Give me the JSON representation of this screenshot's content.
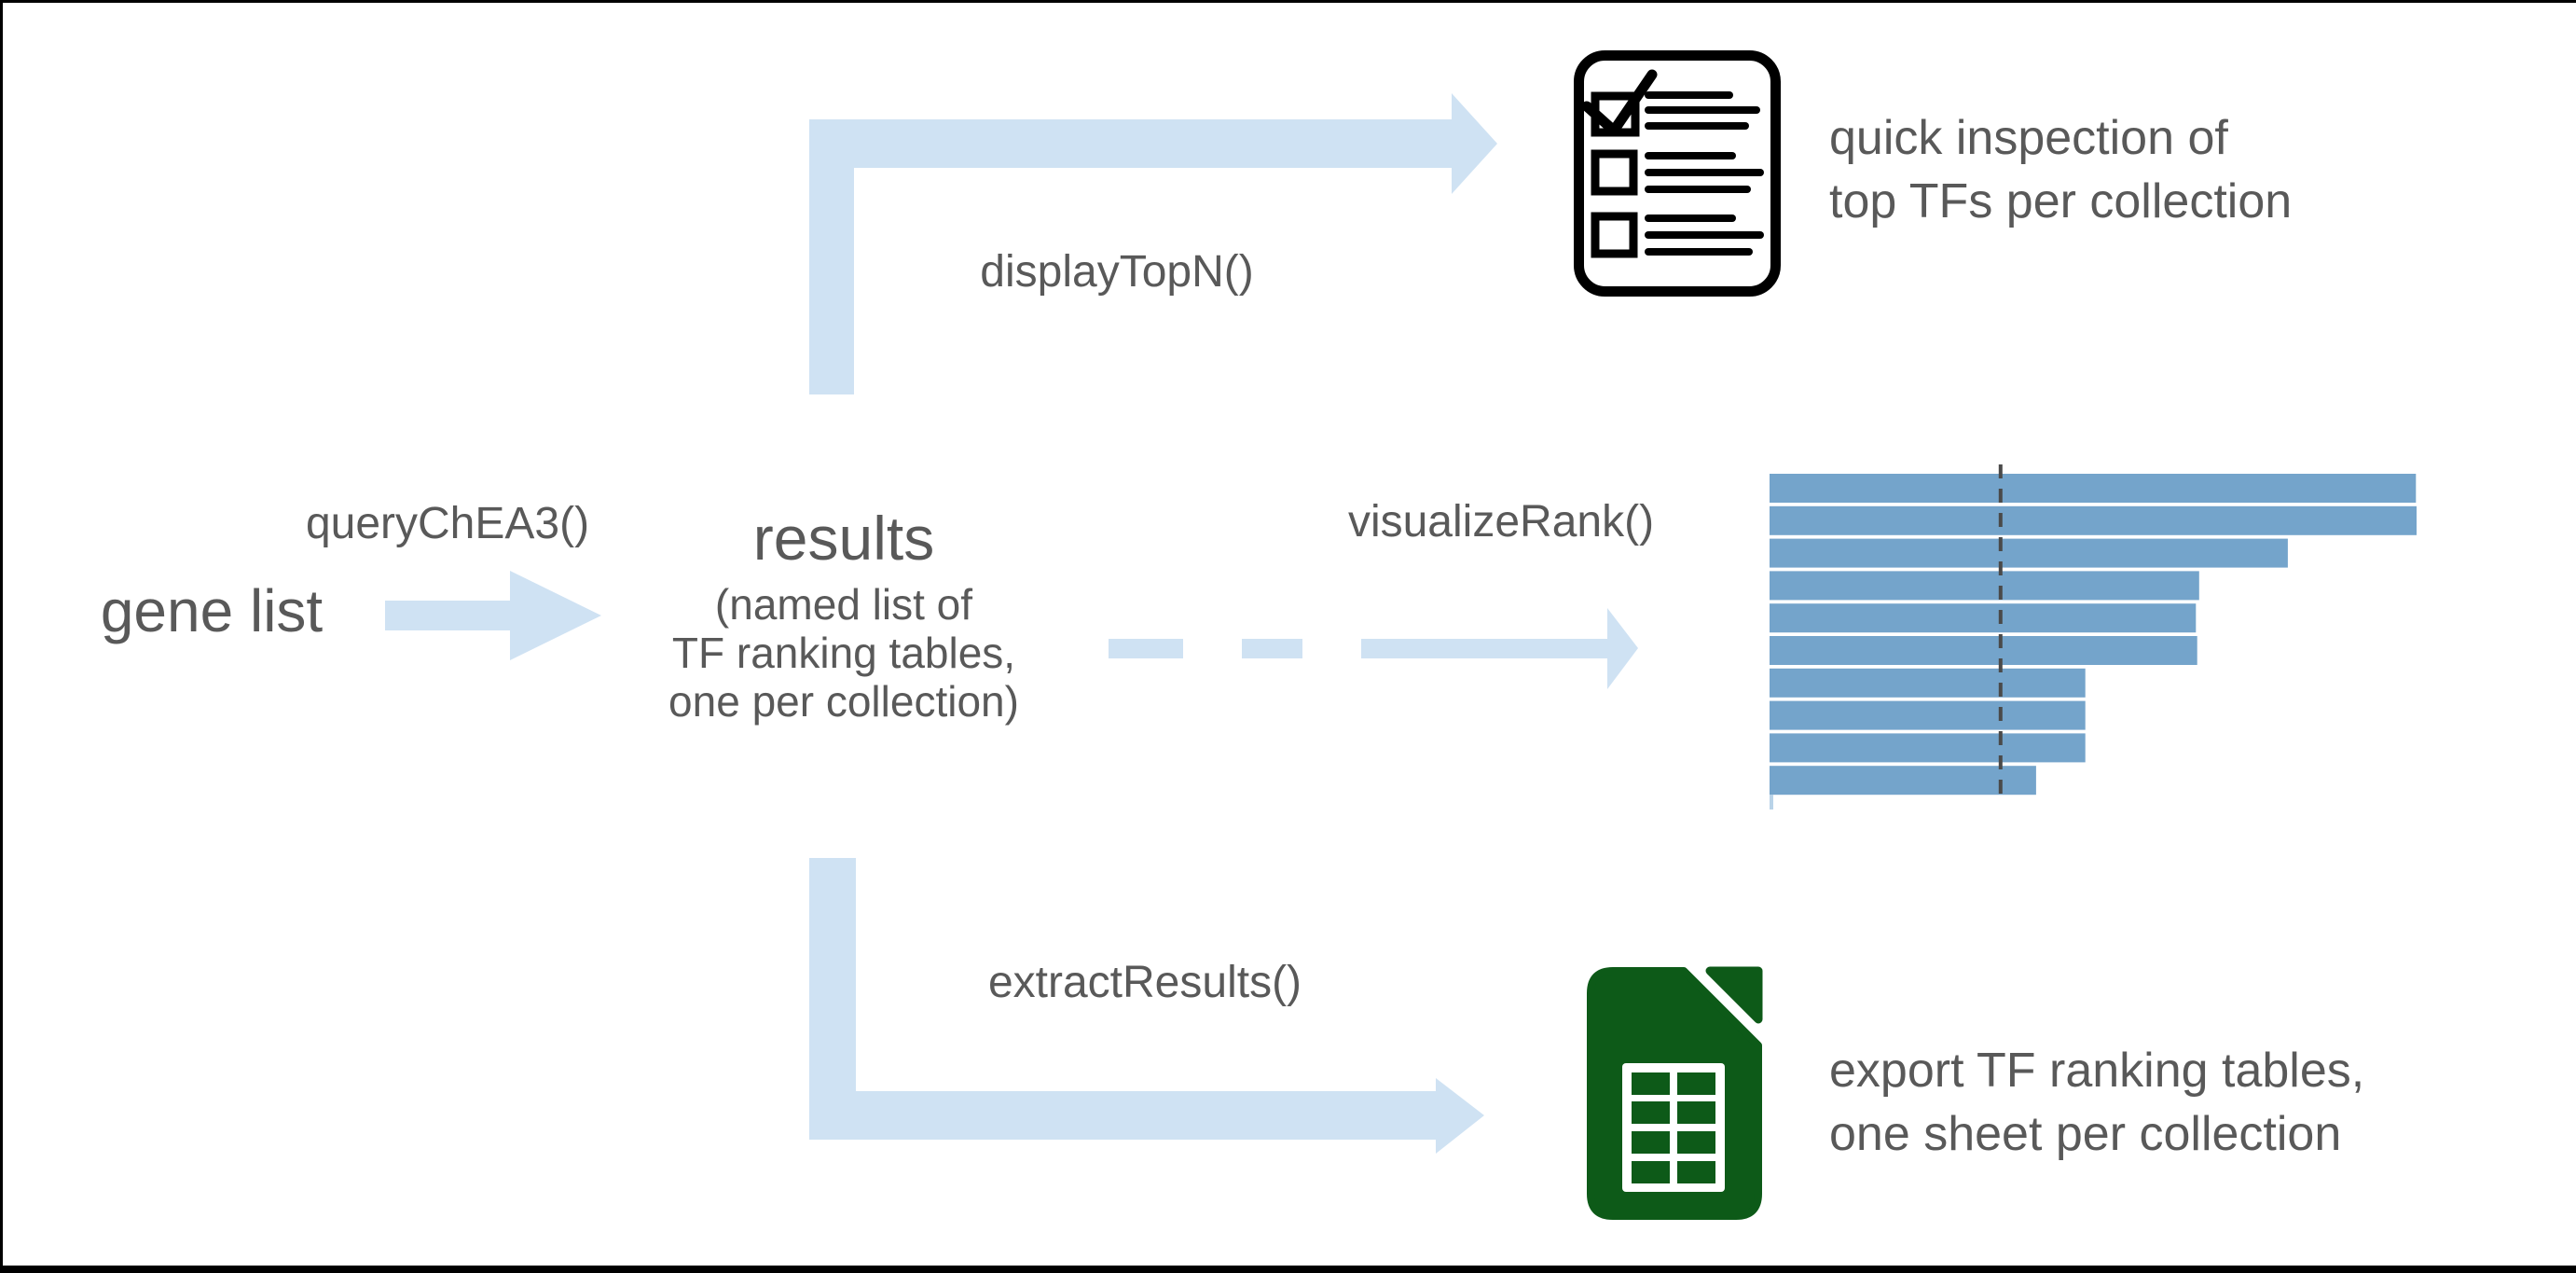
{
  "diagram": {
    "nodes": {
      "gene_list": "gene list",
      "results_title": "results",
      "results_subtitle_lines": [
        "(named list of",
        "TF ranking tables,",
        "one per collection)"
      ]
    },
    "labels": {
      "query": "queryChEA3()",
      "display": "displayTopN()",
      "visualize": "visualizeRank()",
      "extract": "extractResults()"
    },
    "annotations": {
      "inspect": [
        "quick inspection of",
        "top TFs per collection"
      ],
      "export": [
        "export TF ranking tables,",
        "one sheet per collection"
      ]
    },
    "icons": {
      "checklist": "checklist-document-icon",
      "spreadsheet": "spreadsheet-file-icon",
      "bar_chart": "tf-rank-bar-chart"
    },
    "colors": {
      "arrow": "#cfe2f3",
      "bar": "#74a4cb",
      "text": "#595959",
      "spreadsheet_green": "#0d5a18",
      "reference_line": "#4a4a4a",
      "icon_black": "#000000"
    }
  },
  "chart_data": {
    "type": "bar",
    "orientation": "horizontal",
    "title": "",
    "xlabel": "",
    "ylabel": "",
    "n_bars": 10,
    "values": [
      99.9,
      100,
      80.1,
      66.4,
      65.9,
      66.1,
      48.8,
      48.8,
      48.8,
      41.2
    ],
    "value_scale": "relative length, longest bar = 100",
    "reference_line_value": 35.7,
    "reference_line_style": "vertical dashed",
    "grid": false,
    "legend": false,
    "axis_labels_visible": false
  }
}
